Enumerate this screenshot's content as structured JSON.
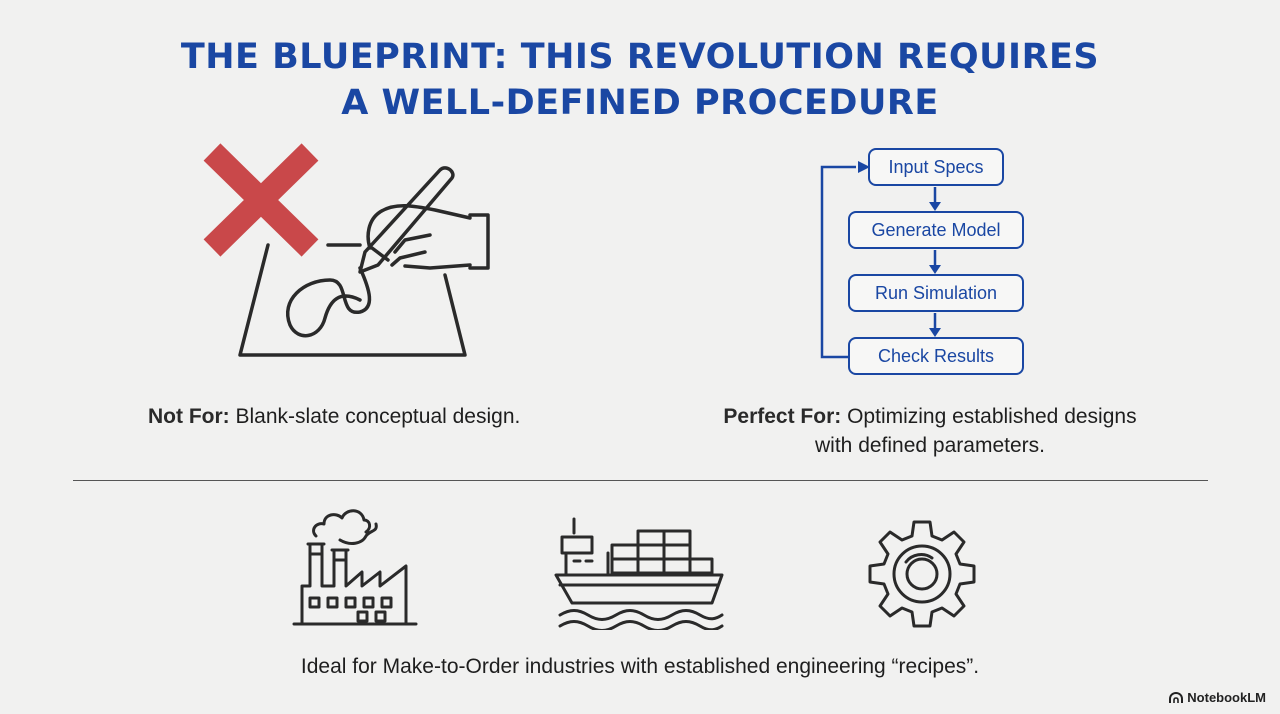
{
  "title": {
    "line1": "THE BLUEPRINT: THIS REVOLUTION REQUIRES",
    "line2": "A WELL-DEFINED PROCEDURE"
  },
  "left": {
    "label": "Not For:",
    "text": "Blank-slate conceptual design."
  },
  "right": {
    "label": "Perfect For:",
    "text_line1": "Optimizing established designs",
    "text_line2": "with defined parameters.",
    "flow_steps": [
      "Input Specs",
      "Generate Model",
      "Run Simulation",
      "Check Results"
    ]
  },
  "bottom": {
    "caption": "Ideal for Make-to-Order industries with established engineering “recipes”.",
    "icons": [
      "factory-icon",
      "cargo-ship-icon",
      "gear-icon"
    ]
  },
  "badge": {
    "text": "NotebookLM"
  },
  "colors": {
    "accent": "#1a47a3",
    "cross": "#c9484a",
    "ink": "#2a2a2a"
  }
}
